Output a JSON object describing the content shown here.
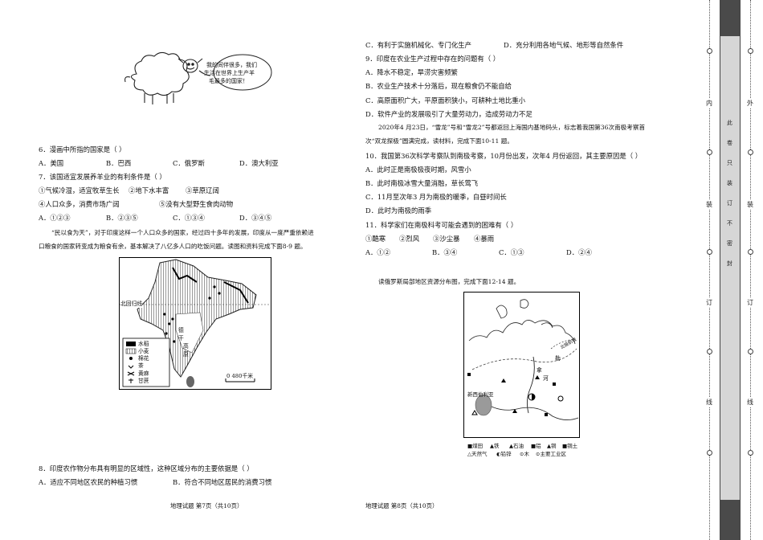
{
  "left": {
    "sheep_speech": [
      "我的同伴很多，我们",
      "生活在世界上生产羊",
      "毛最多的国家！"
    ],
    "q6": {
      "stem": "6．漫画中所指的国家是（        ）",
      "options": [
        "A．美国",
        "B．巴西",
        "C．俄罗斯",
        "D．澳大利亚"
      ]
    },
    "q7": {
      "stem": "7．该国适宜发展养羊业的有利条件是（        ）",
      "conds": [
        "①气候冷湿，适宜牧草生长",
        "②地下水丰富",
        "③草原辽阔",
        "④人口众多，消费市场广阔",
        "⑤没有大型野生食肉动物"
      ],
      "options": [
        "A．①②③",
        "B．②③⑤",
        "C．①③④",
        "D．③④⑤"
      ]
    },
    "intro1": [
      "“民以食为天”，对于印度这样一个人口众多的国家，经过四十多年的发展，印度从一度严重依赖进",
      "口粮食的国家转变成为粮食有余，基本解决了八亿多人口的吃饭问题。读图和资料完成下面8-9  题。"
    ],
    "map_india": {
      "tropic": "北回归线",
      "legend": [
        "水稻",
        "小麦",
        "棉花",
        "茶",
        "黄麻",
        "甘蔗"
      ],
      "scale": "0    480千米",
      "plateau": [
        "德",
        "干",
        "高",
        "原"
      ]
    },
    "q8": {
      "stem": "8．印度农作物分布具有明显的区域性，这种区域分布的主要依据是（        ）",
      "options": [
        "A．适应不同地区农民的种植习惯",
        "B．符合不同地区居民的消费习惯"
      ]
    },
    "footer": "地理试题 第7页（共10页）"
  },
  "right": {
    "q8_cont": [
      "C．有利于实施机械化、专门化生产",
      "D．充分利用各地气候、地形等自然条件"
    ],
    "q9": {
      "stem": "9．印度在农业生产过程中存在的问题有（        ）",
      "options": [
        "A．降水不稳定，旱涝灾害频繁",
        "B．农业生产技术十分落后，现在粮食仍不能自给",
        "C．高原面积广大，平原面积狭小，可耕种土地比重小",
        "D．软件产业的发展吸引了大量劳动力，造成劳动力不足"
      ]
    },
    "intro2": [
      "2020年4 月23日，“雪龙”号和“雪龙2”号都返回上海国内基地码头，标志着我国第36次南极考察首",
      "次“双龙探极”圆满完成，读材料，完成下面10-11  题。"
    ],
    "q10": {
      "stem": "10．我国第36次科学考察队到南极考察，10月份出发，次年4 月份返回，其主要原因是（        ）",
      "options": [
        "A．此时正是南极极夜时期，风雪小",
        "B．此时南极冰雪大量消融，草长莺飞",
        "C．11月至次年3 月为南极的暖季，白昼时间长",
        "D．此时为南极的雨季"
      ]
    },
    "q11": {
      "stem": "11．科学家们在南极科考可能会遇到的困难有（        ）",
      "conds": [
        "①酷寒",
        "②烈风",
        "③沙尘暴",
        "④暴雨"
      ],
      "options": [
        "A．①②",
        "B．③④",
        "C．①③",
        "D．②④"
      ]
    },
    "intro3": "读俄罗斯局部地区资源分布图，完成下面12-14  题。",
    "map_russia": {
      "river_labels": [
        "勒",
        "拿",
        "河"
      ],
      "city": "新西伯利亚",
      "route": "北极航线",
      "legend": [
        "■煤田",
        "▲铁",
        "▲石油",
        "■铝",
        "▲铜",
        "■铜土",
        "△天然气",
        "◐铅锌",
        "⊙木",
        "⊙主要工业区"
      ]
    },
    "footer": "地理试题 第8页（共10页）"
  },
  "strip": {
    "outer_chars": [
      "外",
      "装",
      "订",
      "线"
    ],
    "inner_chars": [
      "内",
      "装",
      "订",
      "线"
    ],
    "gray_chars": [
      "此",
      "卷",
      "只",
      "装",
      "订",
      "不",
      "密",
      "封"
    ]
  }
}
